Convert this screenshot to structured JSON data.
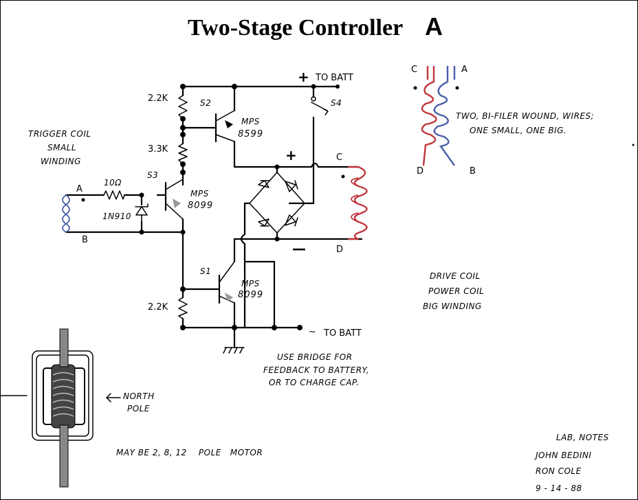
{
  "title": {
    "main": "Two-Stage Controller",
    "letter": "A"
  },
  "resistors": {
    "r_top": "2.2K",
    "r_mid": "3.3K",
    "r_bottom": "2.2K",
    "r_trigger": "10Ω"
  },
  "diode": "1N910",
  "transistors": {
    "s2": {
      "ref": "S2",
      "brand": "MPS",
      "part": "8599"
    },
    "s3": {
      "ref": "S3",
      "brand": "MPS",
      "part": "8099"
    },
    "s1": {
      "ref": "S1",
      "brand": "MPS",
      "part": "8099"
    }
  },
  "switch": "S4",
  "battery": {
    "plus": "+",
    "plus_label": "TO BATT",
    "minus": "~",
    "minus_label": "TO BATT"
  },
  "bridge": {
    "plus": "+",
    "minus": "—"
  },
  "terminals": {
    "a": "A",
    "b": "B",
    "c": "C",
    "d": "D"
  },
  "trigger_coil": {
    "line1": "TRIGGER COIL",
    "line2": "SMALL",
    "line3": "WINDING"
  },
  "drive_coil": {
    "line1": "DRIVE COIL",
    "line2": "POWER COIL",
    "line3": "BIG WINDING"
  },
  "bifilar": {
    "line1": "TWO, BI-FILER WOUND, WIRES;",
    "line2": "ONE SMALL, ONE BIG."
  },
  "bridge_note": {
    "line1": "USE BRIDGE FOR",
    "line2": "FEEDBACK TO BATTERY,",
    "line3": "OR TO CHARGE CAP."
  },
  "north_pole": {
    "line1": "NORTH",
    "line2": "POLE"
  },
  "motor_note": "MAY BE 2, 8, 12    POLE   MOTOR",
  "signature": {
    "line1": "LAB, NOTES",
    "line2": "JOHN  BEDINI",
    "line3": "RON  COLE",
    "line4": "9 - 14 - 88"
  },
  "colors": {
    "wire": "#000000",
    "red_winding": "#c0353a",
    "blue_winding": "#4a5ea8"
  }
}
